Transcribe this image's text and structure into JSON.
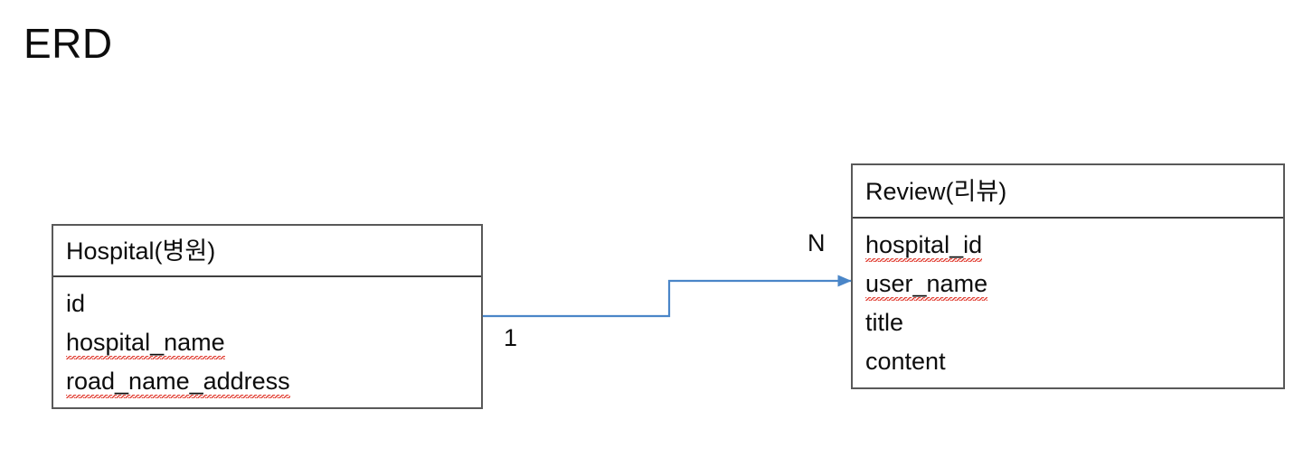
{
  "title": "ERD",
  "diagram": {
    "type": "entity-relationship-diagram",
    "entities": [
      {
        "id": "hospital",
        "name": "Hospital(병원)",
        "fields": [
          {
            "label": "id",
            "misspelled": false
          },
          {
            "label": "hospital_name",
            "misspelled": true
          },
          {
            "label": "road_name_address",
            "misspelled": true
          }
        ]
      },
      {
        "id": "review",
        "name": "Review(리뷰)",
        "fields": [
          {
            "label": "hospital_id",
            "misspelled": true
          },
          {
            "label": "user_name",
            "misspelled": true
          },
          {
            "label": "title",
            "misspelled": false
          },
          {
            "label": "content",
            "misspelled": false
          }
        ]
      }
    ],
    "relationship": {
      "from": "hospital",
      "to": "review",
      "from_cardinality": "1",
      "to_cardinality": "N",
      "line_color": "#4a86c8",
      "style": "elbow-arrow"
    }
  }
}
